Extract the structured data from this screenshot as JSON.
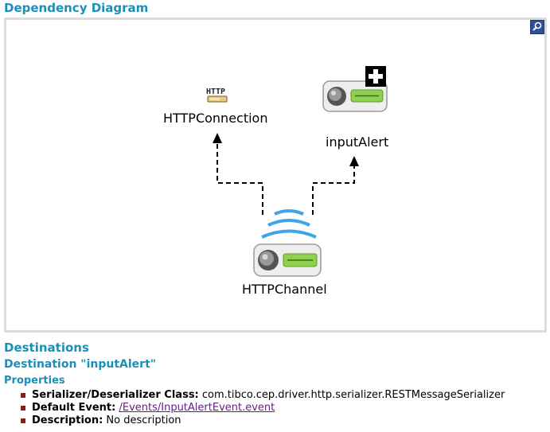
{
  "title": "Dependency Diagram",
  "diagram": {
    "zoom_icon": "magnifier-icon",
    "http_icon_text": "HTTP",
    "nodes": {
      "http_connection": "HTTPConnection",
      "input_alert": "inputAlert",
      "http_channel": "HTTPChannel"
    }
  },
  "destinations": {
    "heading": "Destinations",
    "destination_heading": "Destination \"inputAlert\"",
    "properties_heading": "Properties",
    "properties": [
      {
        "label": "Serializer/Deserializer Class:",
        "value": "com.tibco.cep.driver.http.serializer.RESTMessageSerializer"
      },
      {
        "label": "Default Event:",
        "value": "/Events/InputAlertEvent.event"
      },
      {
        "label": "Description:",
        "value": "No description"
      }
    ]
  },
  "colors": {
    "accent": "#1a8fb8",
    "link": "#6a1b8a",
    "bullet": "#8b1a1a",
    "frame": "#dcdcdc"
  }
}
